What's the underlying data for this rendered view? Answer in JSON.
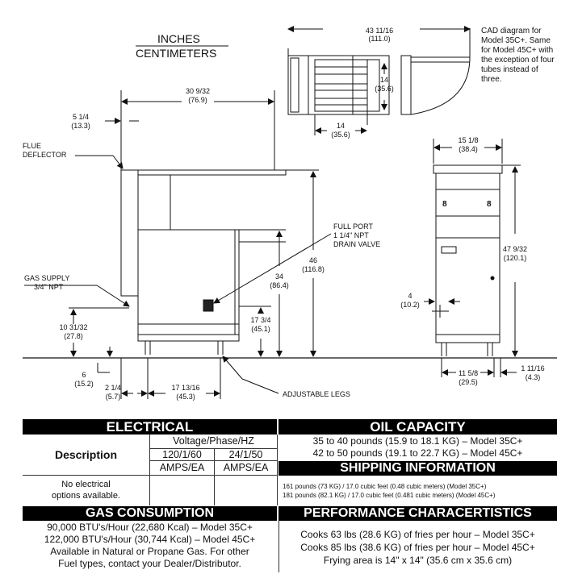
{
  "units": {
    "inches": "INCHES",
    "centimeters": "CENTIMETERS"
  },
  "note": "CAD diagram for Model 35C+.  Same for Model 45C+ with the exception of four tubes instead of three.",
  "note_lines": [
    "CAD diagram for",
    "Model 35C+.  Same",
    "for Model 45C+ with",
    "the exception of four",
    "tubes instead of",
    "three."
  ],
  "top_view": {
    "overall_width": "43 11/16",
    "overall_width_cm": "(111.0)",
    "depth": "14",
    "depth_cm": "(35.6)",
    "width": "14",
    "width_cm": "(35.6)"
  },
  "side_view": {
    "top_width": "30 9/32",
    "top_width_cm": "(76.9)",
    "flue_offset": "5 1/4",
    "flue_offset_cm": "(13.3)",
    "flue_deflector": [
      "FLUE",
      "DEFLECTOR"
    ],
    "drain_valve": [
      "FULL PORT",
      "1 1/4\" NPT",
      "DRAIN VALVE"
    ],
    "gas_supply": [
      "GAS SUPPLY",
      "3/4\" NPT"
    ],
    "height_total": "46",
    "height_total_cm": "(116.8)",
    "height_34": "34",
    "height_34_cm": "(86.4)",
    "height_17": "17 3/4",
    "height_17_cm": "(45.1)",
    "gas_height": "10 31/32",
    "gas_height_cm": "(27.8)",
    "leg_height": "6",
    "leg_height_cm": "(15.2)",
    "leg_offset": "2 1/4",
    "leg_offset_cm": "(5.7)",
    "leg_span": "17 13/16",
    "leg_span_cm": "(45.3)",
    "adjustable_legs": "ADJUSTABLE LEGS"
  },
  "front_view": {
    "width": "15 1/8",
    "width_cm": "(38.4)",
    "height": "47 9/32",
    "height_cm": "(120.1)",
    "gas_inlet": "4",
    "gas_inlet_cm": "(10.2)",
    "leg_span": "11 5/8",
    "leg_span_cm": "(29.5)",
    "leg_offset": "1 11/16",
    "leg_offset_cm": "(4.3)"
  },
  "electrical": {
    "title": "ELECTRICAL",
    "description_header": "Description",
    "voltage_header": "Voltage/Phase/HZ",
    "columns": [
      "120/1/60",
      "24/1/50"
    ],
    "units": [
      "AMPS/EA",
      "AMPS/EA"
    ],
    "row_desc": [
      "No electrical",
      "options available."
    ]
  },
  "oil_capacity": {
    "title": "OIL CAPACITY",
    "lines": [
      "35 to 40 pounds (15.9 to 18.1 KG) – Model 35C+",
      "42 to 50 pounds (19.1 to 22.7 KG) – Model 45C+"
    ]
  },
  "shipping": {
    "title": "SHIPPING INFORMATION",
    "lines": [
      "161 pounds (73 KG) / 17.0 cubic feet (0.48 cubic meters) (Model 35C+)",
      "181 pounds (82.1 KG) / 17.0 cubic feet (0.481 cubic meters) (Model 45C+)"
    ]
  },
  "gas_consumption": {
    "title": "GAS CONSUMPTION",
    "lines": [
      "90,000 BTU's/Hour (22,680 Kcal) – Model 35C+",
      "122,000 BTU's/Hour (30,744 Kcal) – Model 45C+",
      "Available in Natural or Propane Gas.  For other",
      "Fuel types, contact your Dealer/Distributor."
    ]
  },
  "performance": {
    "title": "PERFORMANCE CHARACERTISTICS",
    "lines": [
      "Cooks 63 lbs (28.6 KG) of fries per hour – Model 35C+",
      "Cooks 85 lbs (38.6 KG) of fries per hour – Model 45C+",
      "Frying area is 14\" x 14\" (35.6 cm x 35.6 cm)"
    ]
  }
}
